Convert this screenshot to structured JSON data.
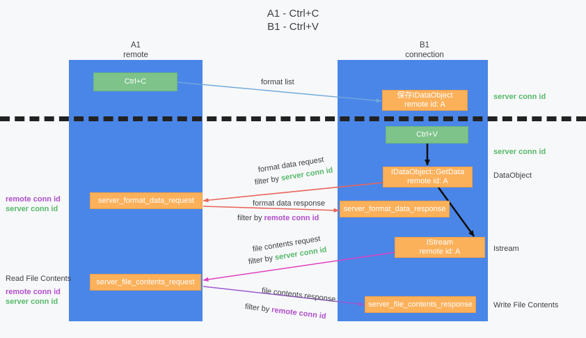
{
  "title": {
    "line1": "A1 - Ctrl+C",
    "line2": "B1 - Ctrl+V"
  },
  "lanes": [
    {
      "name": "A1",
      "sub": "remote"
    },
    {
      "name": "B1",
      "sub": "connection"
    }
  ],
  "boxes": {
    "ctrl_c": "Ctrl+C",
    "ctrl_v": "Ctrl+V",
    "idataobject": {
      "line1": "保存IDataObject",
      "line2": "remote id: A"
    },
    "getdata": {
      "line1": "IDataObject::GetData",
      "line2": "remote id: A"
    },
    "istream": {
      "line1": "IStream",
      "line2": "remote id: A"
    },
    "server_format_data_request": "server_format_data_request",
    "server_format_data_response": "server_format_data_response",
    "server_file_contents_request": "server_file_contents_request",
    "server_file_contents_response": "server_file_contents_response"
  },
  "arrow_labels": {
    "format_list": "format list",
    "format_data_request": "format data request",
    "format_data_request_filter_prefix": "filter by ",
    "format_data_request_filter_key": "server conn id",
    "format_data_response": "format data response",
    "format_data_response_filter_prefix": "filter by ",
    "format_data_response_filter_key": "remote conn id",
    "file_contents_request": "file contents request",
    "file_contents_request_filter_prefix": "filter by ",
    "file_contents_request_filter_key": "server conn id",
    "file_contents_response": "file contents response",
    "file_contents_response_filter_prefix": "filter by ",
    "file_contents_response_filter_key": "remote conn id"
  },
  "right_labels": {
    "server_conn_id_top": "server conn id",
    "server_conn_id_mid": "server conn id",
    "dataobject": "DataObject",
    "istream": "Istream",
    "write_file_contents": "Write File Contents"
  },
  "left_labels": {
    "remote_conn_id_1": "remote conn id",
    "server_conn_id_1": "server conn id",
    "read_file_contents": "Read File Contents",
    "remote_conn_id_2": "remote conn id",
    "server_conn_id_2": "server conn id"
  },
  "colors": {
    "lane": "#4a86e8",
    "green_box": "#7dc38a",
    "orange_box": "#fbb05a",
    "green_text": "#56b96a",
    "purple_text": "#b04ecb",
    "arrow_blue": "#6fa8dc",
    "arrow_red": "#e8655a",
    "arrow_magenta": "#e040c0",
    "arrow_purple": "#9b59d0",
    "arrow_black": "#111111",
    "background": "#f7f8f9"
  }
}
